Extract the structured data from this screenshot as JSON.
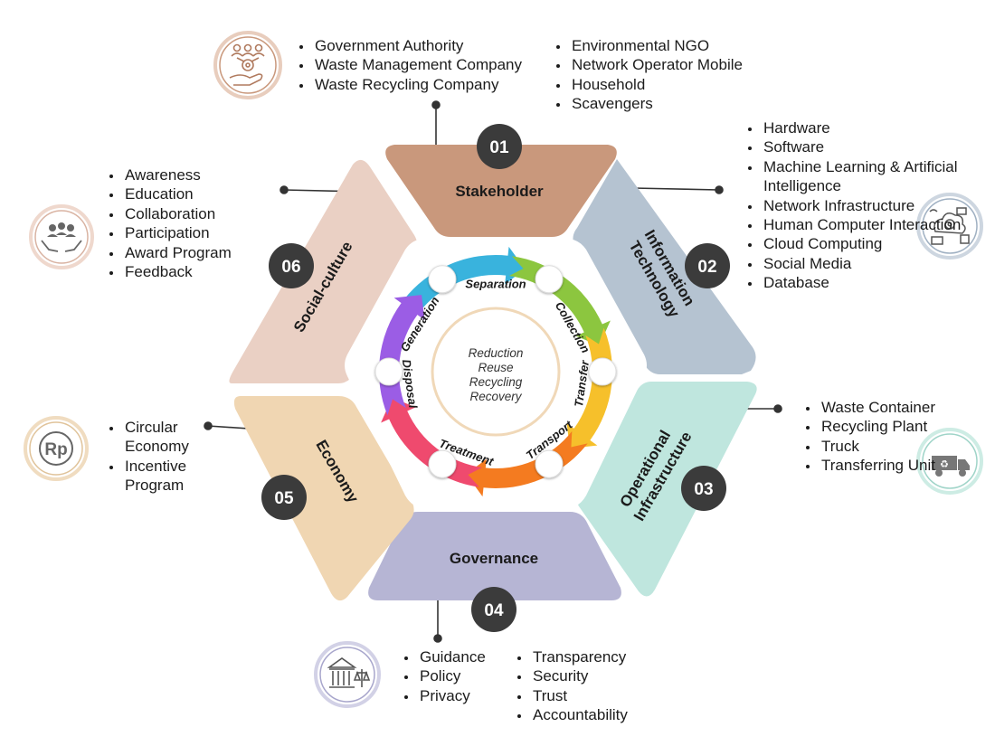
{
  "center": {
    "lines": [
      "Reduction",
      "Reuse",
      "Recycling",
      "Recovery"
    ]
  },
  "stages": [
    "Separation",
    "Collection",
    "Transfer",
    "Transport",
    "Treatment",
    "Disposal",
    "Generation"
  ],
  "segments": [
    {
      "id": "stakeholder",
      "number": "01",
      "title": "Stakeholder",
      "color": "#c9987c",
      "icon": "people-network-icon",
      "items_left": [
        "Government Authority",
        "Waste Management Company",
        "Waste Recycling Company"
      ],
      "items_right": [
        "Environmental NGO",
        "Network Operator Mobile",
        "Household",
        "Scavengers"
      ]
    },
    {
      "id": "information-technology",
      "number": "02",
      "title_lines": [
        "Information",
        "Technology"
      ],
      "color": "#b5c3d1",
      "icon": "cloud-computing-icon",
      "items": [
        "Hardware",
        "Software",
        "Machine Learning & Artificial Intelligence",
        "Network Infrastructure",
        "Human Computer Interaction",
        "Cloud Computing",
        "Social Media",
        "Database"
      ]
    },
    {
      "id": "operational-infrastructure",
      "number": "03",
      "title_lines": [
        "Operational",
        "Infrastructure"
      ],
      "color": "#bfe6de",
      "icon": "recycling-truck-icon",
      "items": [
        "Waste Container",
        "Recycling Plant",
        "Truck",
        "Transferring Unit"
      ]
    },
    {
      "id": "governance",
      "number": "04",
      "title": "Governance",
      "color": "#b6b5d4",
      "icon": "courthouse-icon",
      "items_left": [
        "Guidance",
        "Policy",
        "Privacy"
      ],
      "items_right": [
        "Transparency",
        "Security",
        "Trust",
        "Accountability"
      ]
    },
    {
      "id": "economy",
      "number": "05",
      "title": "Economy",
      "color": "#f0d6b2",
      "icon": "rupiah-coin-icon",
      "icon_text": "Rp",
      "items": [
        "Circular Economy",
        "Incentive Program"
      ]
    },
    {
      "id": "social-culture",
      "number": "06",
      "title": "Social-culture",
      "color": "#ead0c4",
      "icon": "community-hands-icon",
      "items": [
        "Awareness",
        "Education",
        "Collaboration",
        "Participation",
        "Award Program",
        "Feedback"
      ]
    }
  ]
}
